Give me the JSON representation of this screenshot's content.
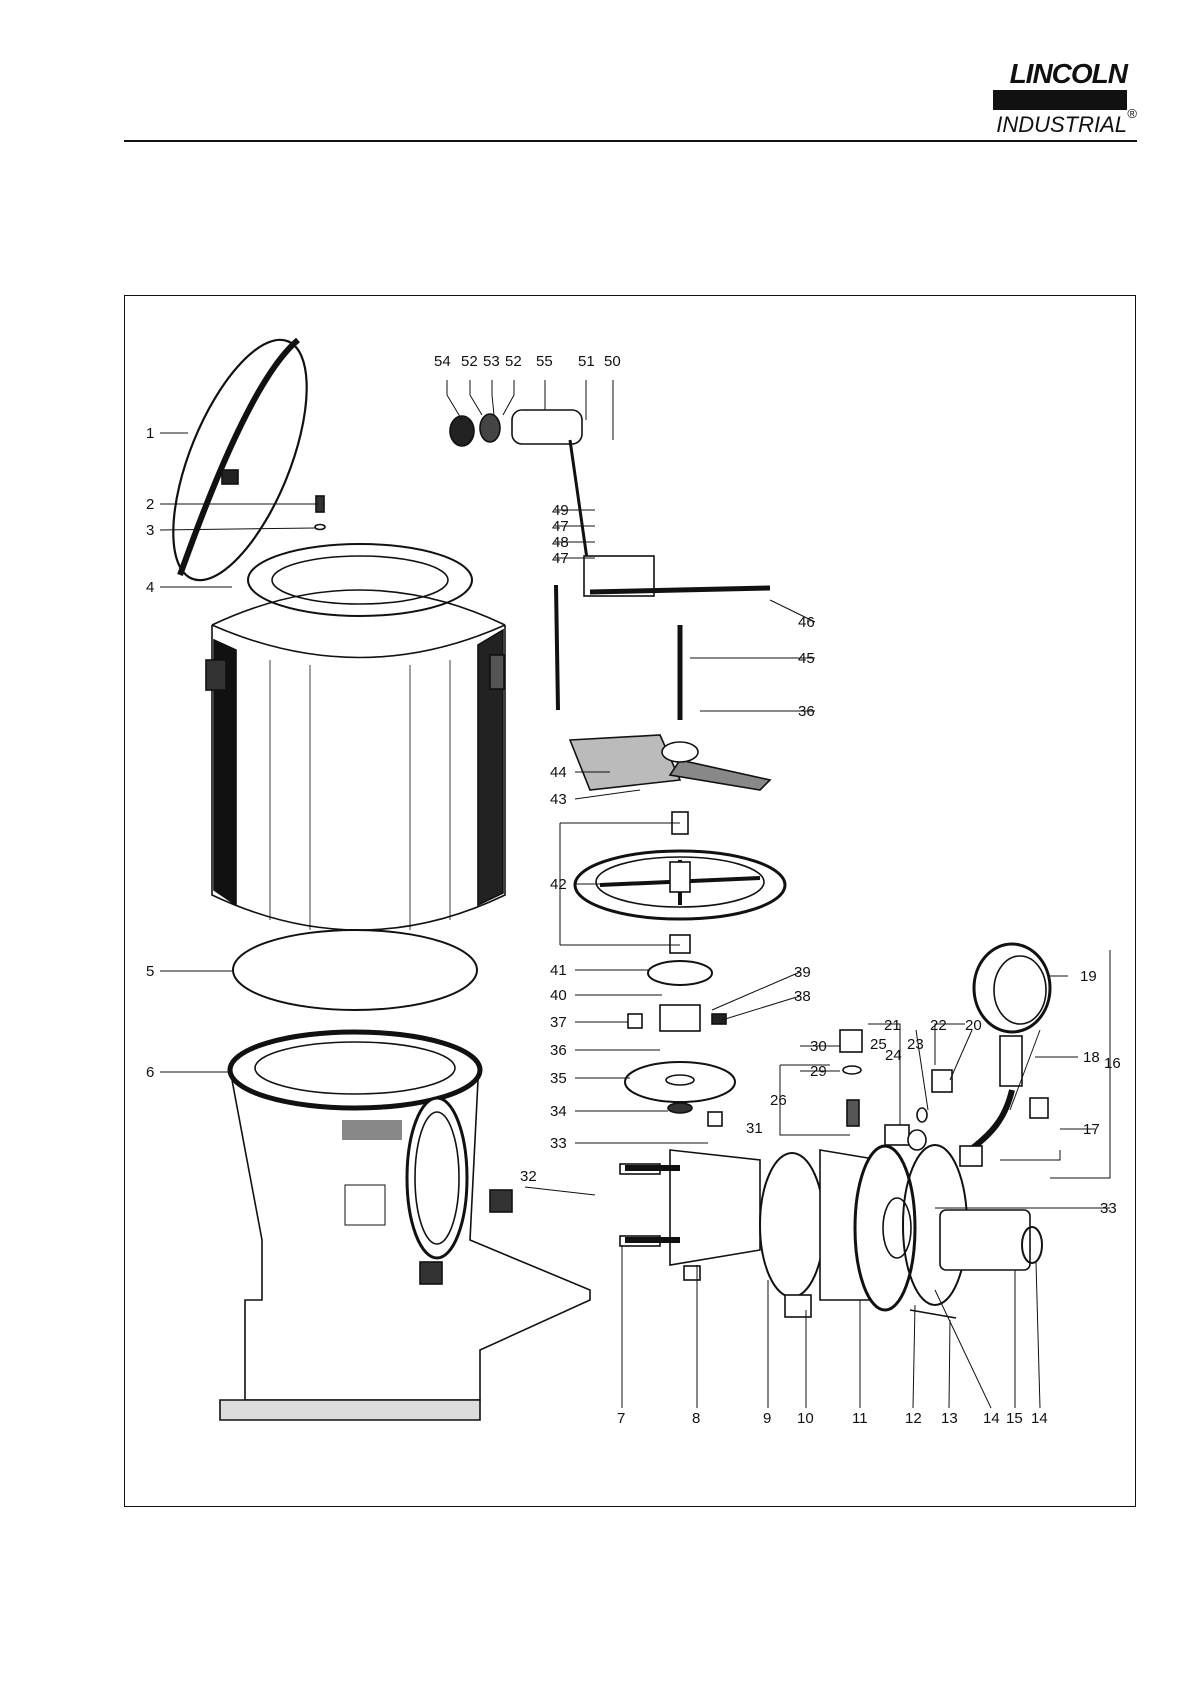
{
  "brand": {
    "line1": "LINCOLN",
    "line2": "INDUSTRIAL",
    "mark": "®"
  },
  "callouts": {
    "c1": "1",
    "c2": "2",
    "c3": "3",
    "c4": "4",
    "c5": "5",
    "c6": "6",
    "c7": "7",
    "c8": "8",
    "c9": "9",
    "c10": "10",
    "c11": "11",
    "c12": "12",
    "c13": "13",
    "c14a": "14",
    "c15": "15",
    "c14b": "14",
    "c16": "16",
    "c17": "17",
    "c18": "18",
    "c19": "19",
    "c20": "20",
    "c21": "21",
    "c22": "22",
    "c23": "23",
    "c24": "24",
    "c25": "25",
    "c26": "26",
    "c29": "29",
    "c30": "30",
    "c31": "31",
    "c32": "32",
    "c33a": "33",
    "c33b": "33",
    "c34": "34",
    "c35": "35",
    "c36a": "36",
    "c36b": "36",
    "c37": "37",
    "c38": "38",
    "c39": "39",
    "c40": "40",
    "c41": "41",
    "c42": "42",
    "c43": "43",
    "c44": "44",
    "c45": "45",
    "c46": "46",
    "c47a": "47",
    "c47b": "47",
    "c48": "48",
    "c49": "49",
    "c50": "50",
    "c51": "51",
    "c52a": "52",
    "c53": "53",
    "c52b": "52",
    "c54": "54",
    "c55": "55"
  }
}
